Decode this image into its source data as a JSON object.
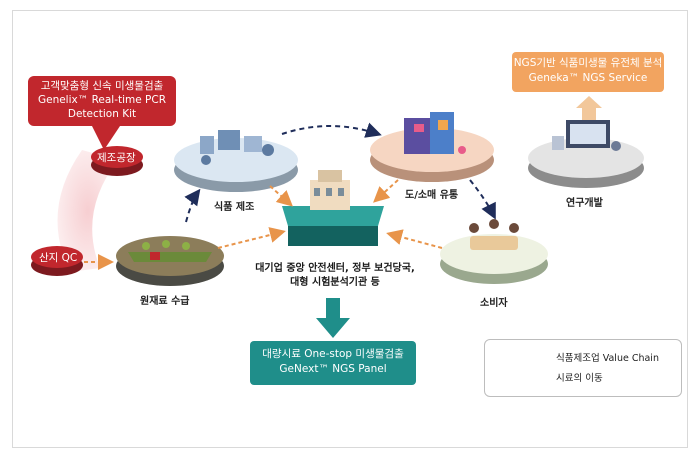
{
  "red_callout": {
    "line1": "고객맞춤형 신속 미생물검출",
    "line2": "Genelix™ Real-time PCR",
    "line3": "Detection Kit"
  },
  "orange_callout": {
    "line1": "NGS기반 식품미생물 유전체 분석",
    "line2": "Geneka™ NGS Service"
  },
  "teal_callout": {
    "line1": "대량시료 One-stop 미생물검출",
    "line2": "GeNext™ NGS Panel"
  },
  "pills": {
    "factory": "제조공장",
    "origin": "산지 QC"
  },
  "nodes": {
    "manufacturing": "식품 제조",
    "distribution": "도/소매 유통",
    "rnd": "연구개발",
    "raw": "원재료 수급",
    "consumer": "소비자"
  },
  "center": {
    "line1": "대기업 중앙 안전센터, 정부 보건당국,",
    "line2": "대형 시험분석기관 등"
  },
  "legend": {
    "value_chain": "식품제조업 Value Chain",
    "sample_move": "시료의 이동"
  },
  "colors": {
    "red": "#c1272d",
    "orange": "#f2a460",
    "teal": "#1f8e8a",
    "navy": "#1f2d5a",
    "arrow_orange": "#e8944a"
  }
}
